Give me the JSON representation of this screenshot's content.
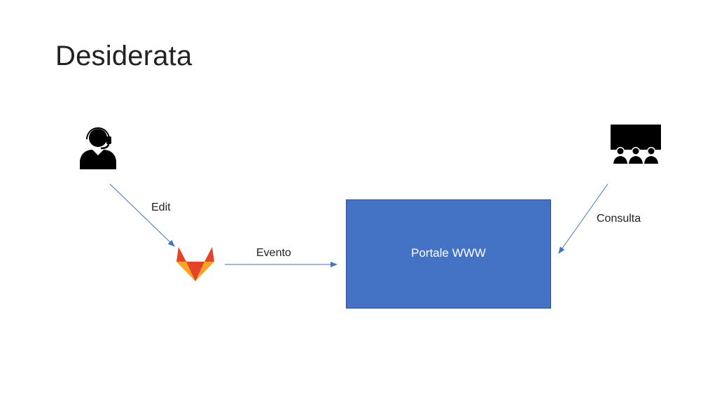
{
  "slide": {
    "title": "Desiderata"
  },
  "diagram": {
    "portal": {
      "label": "Portale WWW",
      "fill_color": "#4472c4"
    },
    "edges": [
      {
        "from": "operator",
        "to": "gitlab",
        "label": "Edit"
      },
      {
        "from": "gitlab",
        "to": "portal",
        "label": "Evento"
      },
      {
        "from": "audience",
        "to": "portal",
        "label": "Consulta"
      }
    ],
    "icons": {
      "operator": "headset-person-icon",
      "gitlab": "gitlab-fox-icon",
      "audience": "audience-screen-icon"
    },
    "colors": {
      "arrow": "#4472c4",
      "gitlab_dark": "#e24329",
      "gitlab_mid": "#fc6d26",
      "gitlab_light": "#fca326"
    }
  }
}
